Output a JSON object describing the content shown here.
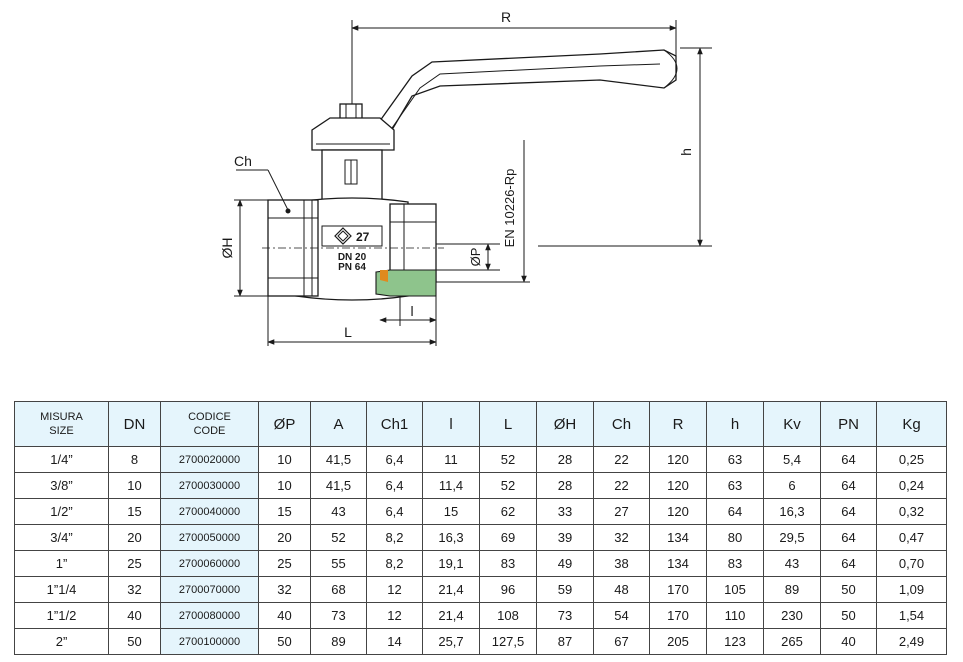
{
  "drawing": {
    "labels": {
      "r": "R",
      "h": "h",
      "ch": "Ch",
      "oh": "ØH",
      "op": "ØP",
      "standard": "EN 10226-Rp",
      "l_lower": "l",
      "l_upper": "L"
    },
    "body_marks": {
      "size": "27",
      "dn": "DN 20",
      "pn": "PN 64"
    },
    "colors": {
      "line": "#1a1a1a",
      "pipe_green": "#8ec48c",
      "seal_orange": "#e08a1e",
      "header_blue": "#e5f5fc"
    }
  },
  "table": {
    "headers": [
      {
        "line1": "MISURA",
        "line2": "SIZE"
      },
      {
        "line1": "DN",
        "line2": ""
      },
      {
        "line1": "CODICE",
        "line2": "CODE"
      },
      {
        "line1": "ØP",
        "line2": ""
      },
      {
        "line1": "A",
        "line2": ""
      },
      {
        "line1": "Ch1",
        "line2": ""
      },
      {
        "line1": "l",
        "line2": ""
      },
      {
        "line1": "L",
        "line2": ""
      },
      {
        "line1": "ØH",
        "line2": ""
      },
      {
        "line1": "Ch",
        "line2": ""
      },
      {
        "line1": "R",
        "line2": ""
      },
      {
        "line1": "h",
        "line2": ""
      },
      {
        "line1": "Kv",
        "line2": ""
      },
      {
        "line1": "PN",
        "line2": ""
      },
      {
        "line1": "Kg",
        "line2": ""
      }
    ],
    "rows": [
      [
        "1/4”",
        "8",
        "2700020000",
        "10",
        "41,5",
        "6,4",
        "11",
        "52",
        "28",
        "22",
        "120",
        "63",
        "5,4",
        "64",
        "0,25"
      ],
      [
        "3/8”",
        "10",
        "2700030000",
        "10",
        "41,5",
        "6,4",
        "11,4",
        "52",
        "28",
        "22",
        "120",
        "63",
        "6",
        "64",
        "0,24"
      ],
      [
        "1/2”",
        "15",
        "2700040000",
        "15",
        "43",
        "6,4",
        "15",
        "62",
        "33",
        "27",
        "120",
        "64",
        "16,3",
        "64",
        "0,32"
      ],
      [
        "3/4”",
        "20",
        "2700050000",
        "20",
        "52",
        "8,2",
        "16,3",
        "69",
        "39",
        "32",
        "134",
        "80",
        "29,5",
        "64",
        "0,47"
      ],
      [
        "1”",
        "25",
        "2700060000",
        "25",
        "55",
        "8,2",
        "19,1",
        "83",
        "49",
        "38",
        "134",
        "83",
        "43",
        "64",
        "0,70"
      ],
      [
        "1”1/4",
        "32",
        "2700070000",
        "32",
        "68",
        "12",
        "21,4",
        "96",
        "59",
        "48",
        "170",
        "105",
        "89",
        "50",
        "1,09"
      ],
      [
        "1”1/2",
        "40",
        "2700080000",
        "40",
        "73",
        "12",
        "21,4",
        "108",
        "73",
        "54",
        "170",
        "110",
        "230",
        "50",
        "1,54"
      ],
      [
        "2”",
        "50",
        "2700100000",
        "50",
        "89",
        "14",
        "25,7",
        "127,5",
        "87",
        "67",
        "205",
        "123",
        "265",
        "40",
        "2,49"
      ]
    ]
  }
}
